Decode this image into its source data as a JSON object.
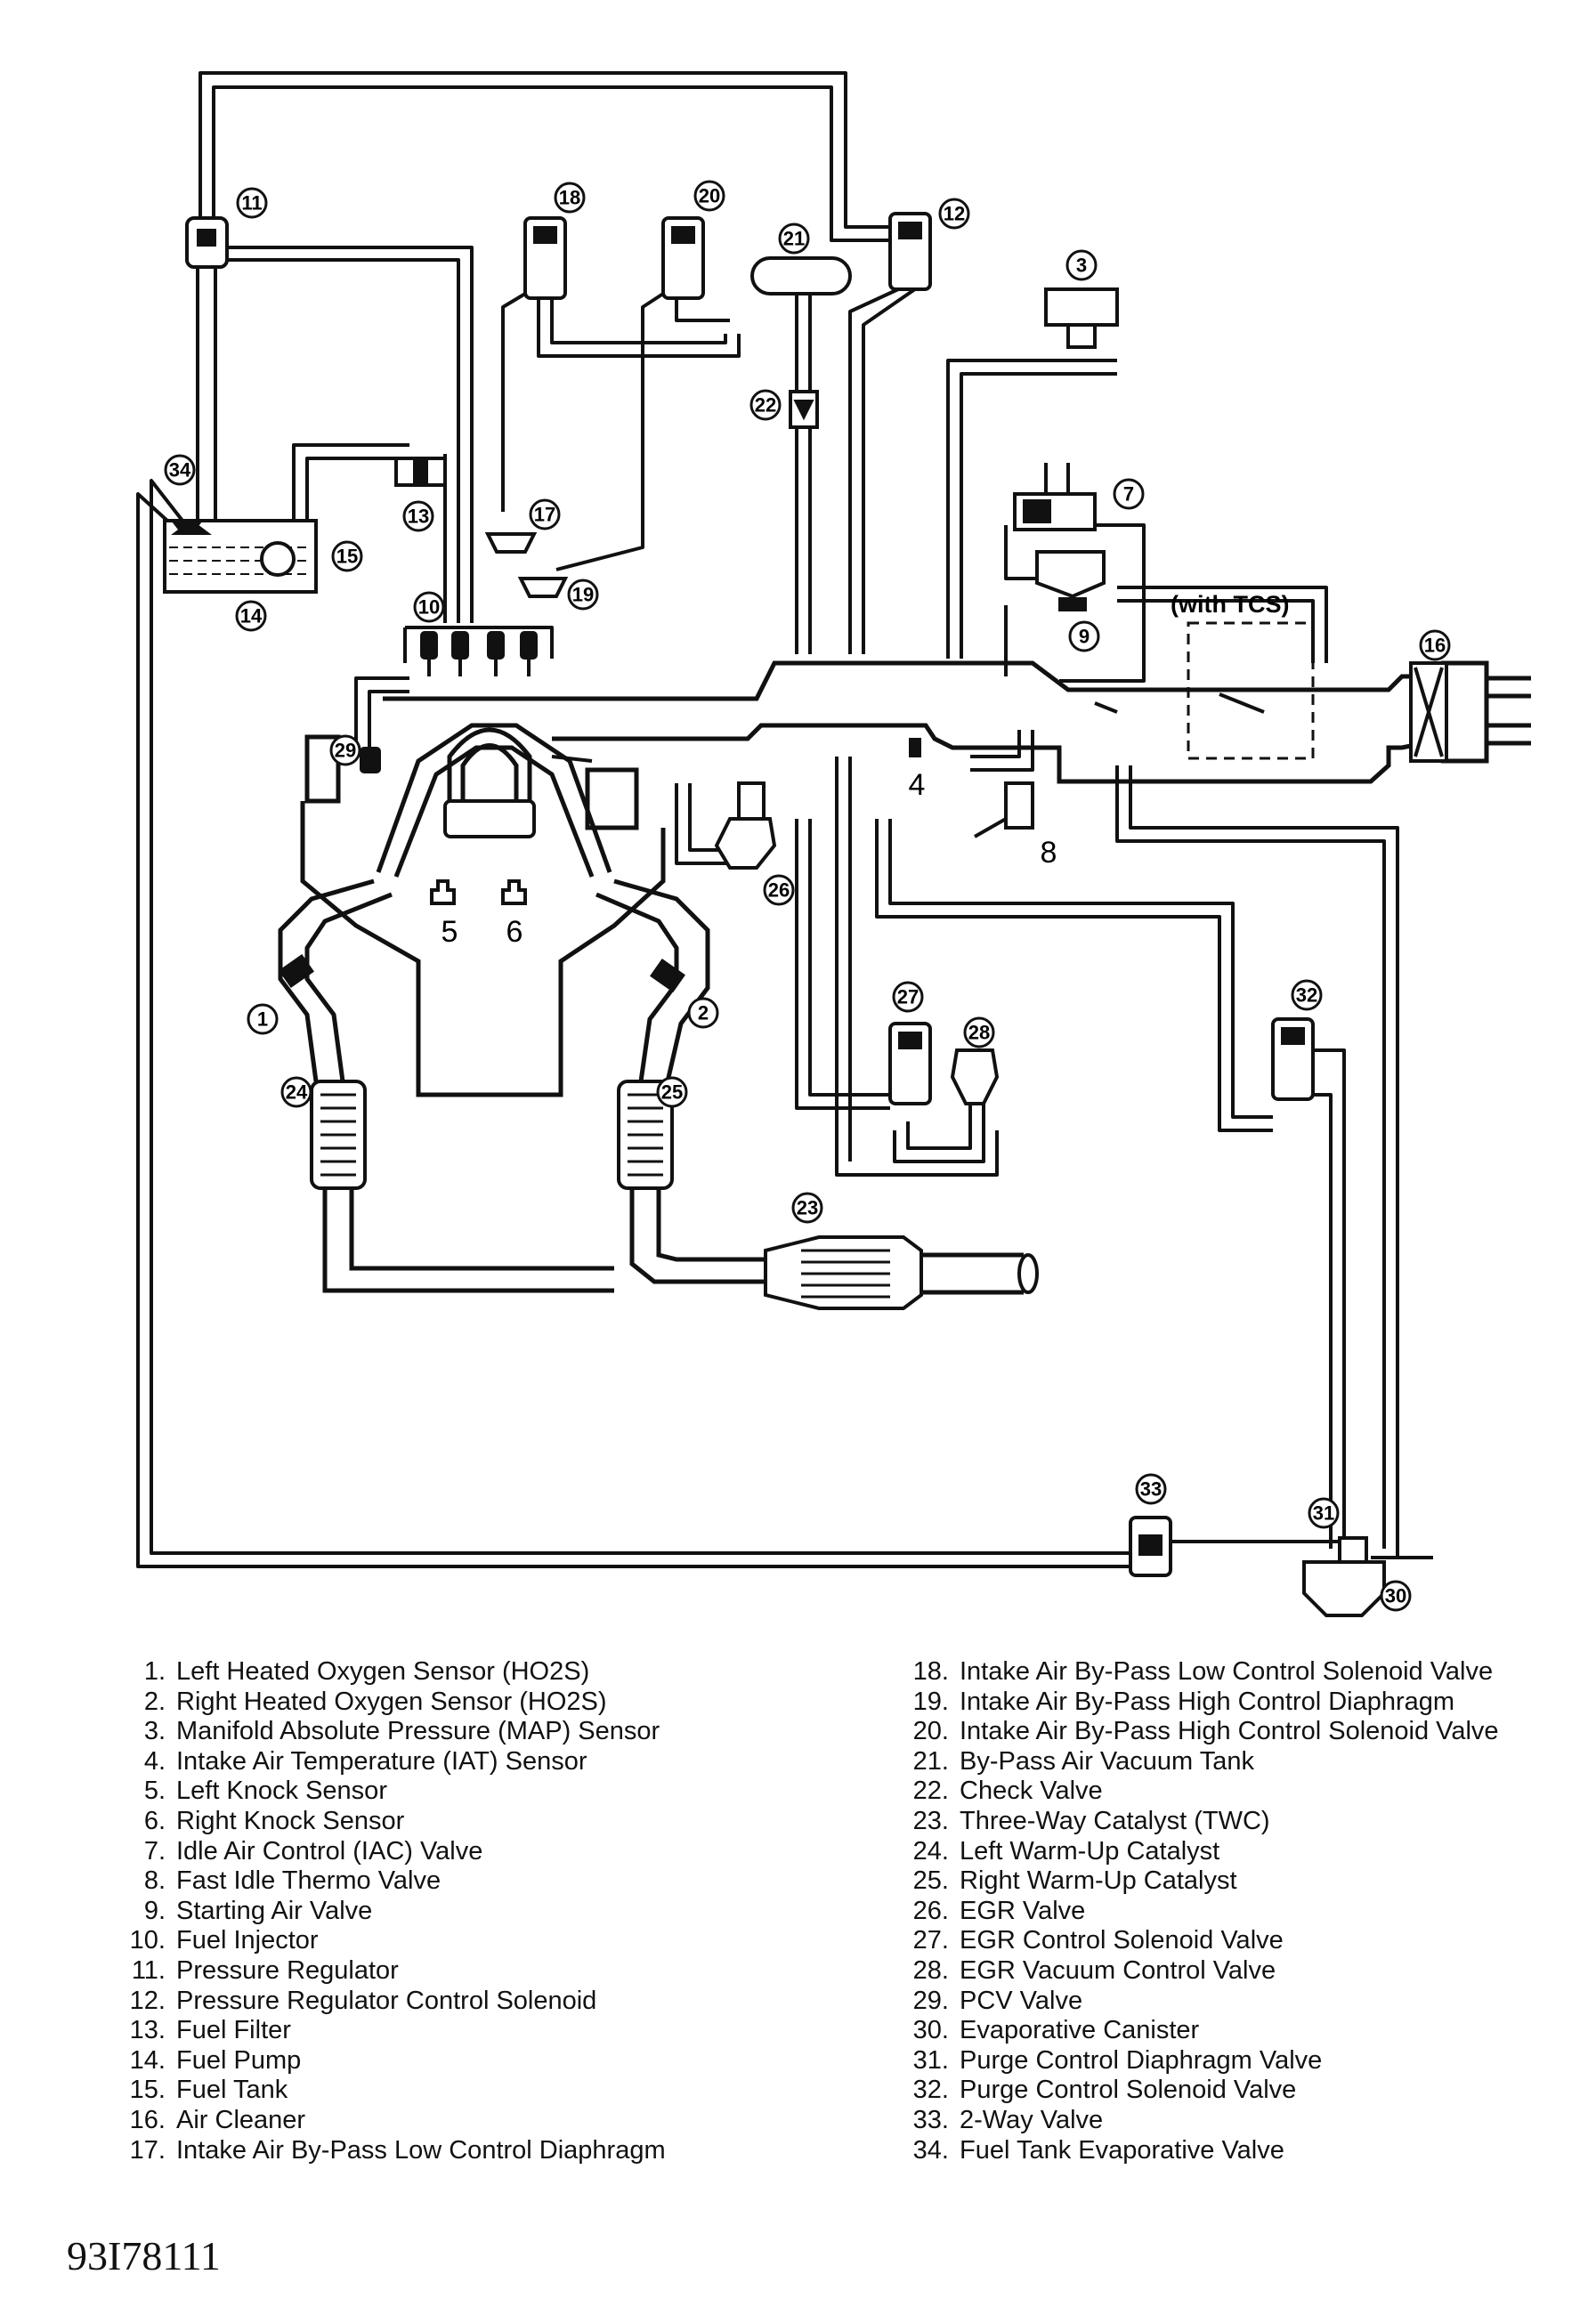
{
  "diagram": {
    "annotation": "(with TCS)",
    "callouts": [
      "1",
      "2",
      "3",
      "4",
      "5",
      "6",
      "7",
      "8",
      "9",
      "10",
      "11",
      "12",
      "13",
      "14",
      "15",
      "16",
      "17",
      "18",
      "19",
      "20",
      "21",
      "22",
      "23",
      "24",
      "25",
      "26",
      "27",
      "28",
      "29",
      "30",
      "31",
      "32",
      "33",
      "34"
    ]
  },
  "legend": {
    "items": [
      {
        "num": "1.",
        "label": "Left Heated Oxygen Sensor (HO2S)"
      },
      {
        "num": "2.",
        "label": "Right Heated Oxygen Sensor (HO2S)"
      },
      {
        "num": "3.",
        "label": "Manifold Absolute Pressure (MAP) Sensor"
      },
      {
        "num": "4.",
        "label": "Intake Air Temperature (IAT) Sensor"
      },
      {
        "num": "5.",
        "label": "Left Knock Sensor"
      },
      {
        "num": "6.",
        "label": "Right Knock Sensor"
      },
      {
        "num": "7.",
        "label": "Idle Air Control (IAC) Valve"
      },
      {
        "num": "8.",
        "label": "Fast Idle Thermo Valve"
      },
      {
        "num": "9.",
        "label": "Starting Air Valve"
      },
      {
        "num": "10.",
        "label": "Fuel Injector"
      },
      {
        "num": "11.",
        "label": "Pressure Regulator"
      },
      {
        "num": "12.",
        "label": "Pressure Regulator Control Solenoid"
      },
      {
        "num": "13.",
        "label": "Fuel Filter"
      },
      {
        "num": "14.",
        "label": "Fuel Pump"
      },
      {
        "num": "15.",
        "label": "Fuel Tank"
      },
      {
        "num": "16.",
        "label": "Air Cleaner"
      },
      {
        "num": "17.",
        "label": "Intake Air By-Pass Low Control Diaphragm"
      },
      {
        "num": "18.",
        "label": "Intake Air By-Pass Low Control Solenoid Valve"
      },
      {
        "num": "19.",
        "label": "Intake Air By-Pass High Control Diaphragm"
      },
      {
        "num": "20.",
        "label": "Intake Air By-Pass High Control Solenoid Valve"
      },
      {
        "num": "21.",
        "label": "By-Pass Air Vacuum Tank"
      },
      {
        "num": "22.",
        "label": "Check Valve"
      },
      {
        "num": "23.",
        "label": "Three-Way Catalyst (TWC)"
      },
      {
        "num": "24.",
        "label": "Left Warm-Up Catalyst"
      },
      {
        "num": "25.",
        "label": "Right Warm-Up Catalyst"
      },
      {
        "num": "26.",
        "label": "EGR Valve"
      },
      {
        "num": "27.",
        "label": "EGR Control Solenoid Valve"
      },
      {
        "num": "28.",
        "label": "EGR Vacuum Control Valve"
      },
      {
        "num": "29.",
        "label": "PCV Valve"
      },
      {
        "num": "30.",
        "label": "Evaporative Canister"
      },
      {
        "num": "31.",
        "label": "Purge Control Diaphragm Valve"
      },
      {
        "num": "32.",
        "label": "Purge Control Solenoid Valve"
      },
      {
        "num": "33.",
        "label": "2-Way Valve"
      },
      {
        "num": "34.",
        "label": "Fuel Tank Evaporative Valve"
      }
    ]
  },
  "figure_code": "93I78111"
}
